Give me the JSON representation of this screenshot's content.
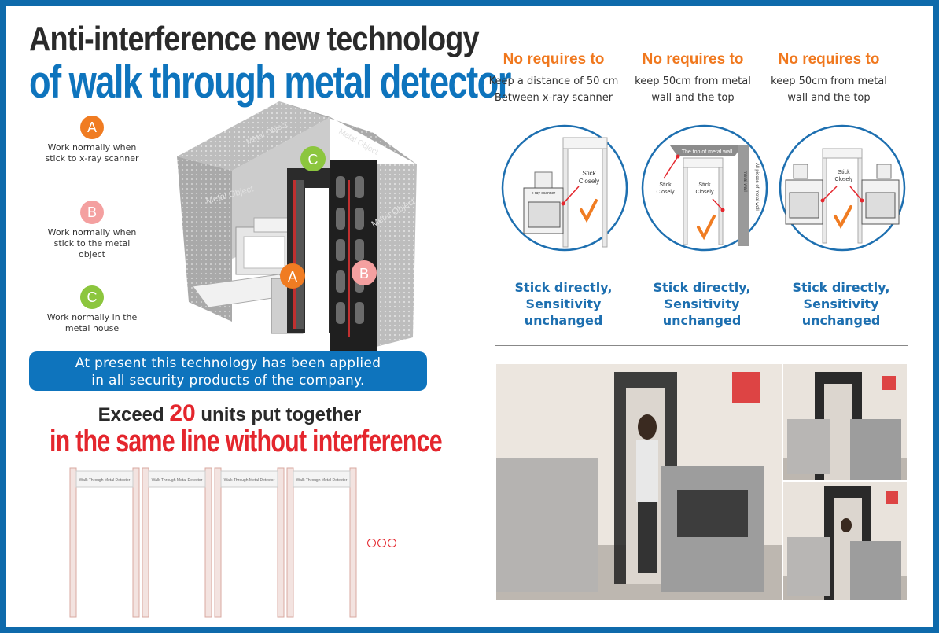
{
  "title": {
    "line1": "Anti-interference new technology",
    "line2": "of walk through metal detector"
  },
  "legend": [
    {
      "letter": "A",
      "color": "#f07c22",
      "text": "Work normally when stick to x-ray scanner"
    },
    {
      "letter": "B",
      "color": "#f4a0a0",
      "text": "Work normally when stick to the metal object"
    },
    {
      "letter": "C",
      "color": "#8cc63e",
      "text": "Work normally in the metal house"
    }
  ],
  "house": {
    "label_left": "Metal Object",
    "label_right": "Metal Object",
    "label_roof_left": "Metal Object",
    "label_roof_right": "Metal Object"
  },
  "banner": {
    "line1": "At present this technology has been applied",
    "line2": "in all security products of the company."
  },
  "exceed": {
    "pre": "Exceed ",
    "num": "20",
    "post": " units put together",
    "line2": "in the same line without interference"
  },
  "gates": {
    "label": "Walk Through Metal Detector"
  },
  "requirements": [
    {
      "head": "No requires to",
      "line1": "Keep a distance of 50 cm",
      "line2": "Between x-ray scanner",
      "foot1": "Stick directly,",
      "foot2": "Sensitivity unchanged"
    },
    {
      "head": "No requires to",
      "line1": "keep 50cm from metal",
      "line2": "wall and the top",
      "foot1": "Stick directly,",
      "foot2": "Sensitivity unchanged"
    },
    {
      "head": "No requires to",
      "line1": "keep 50cm from metal",
      "line2": "wall and the top",
      "foot1": "Stick directly,",
      "foot2": "Sensitivity unchanged"
    }
  ],
  "diagram_labels": {
    "stick": "Stick",
    "closely": "Closely",
    "xray": "x-ray scanner",
    "top_wall": "The top of metal wall",
    "all_wall": "All pieces of metal wall",
    "metal_wall": "metal wall"
  },
  "colors": {
    "brand_blue": "#0e74bd",
    "orange": "#f07c22",
    "red": "#e4262d",
    "green": "#8cc63e",
    "pink": "#f4a0a0"
  }
}
